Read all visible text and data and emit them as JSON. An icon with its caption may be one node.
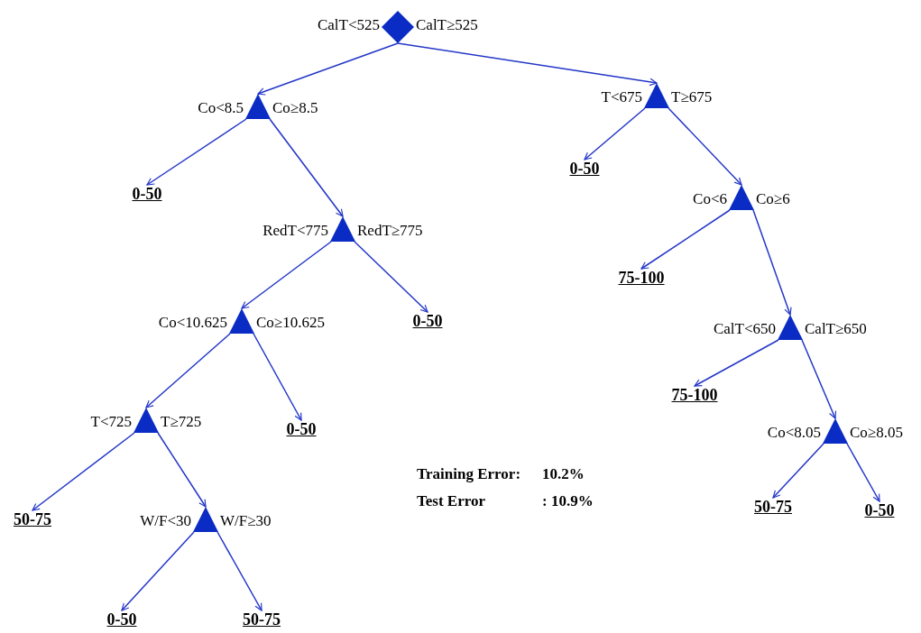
{
  "diagram": {
    "nodes": [
      {
        "text": [],
        "shape": "diamond",
        "beside": [
          "CalT<525",
          "CalT≥525"
        ]
      },
      {
        "text": [],
        "shape": "triangle",
        "beside": [
          "Co<8.5",
          "Co≥8.5"
        ]
      },
      {
        "text": [],
        "shape": "triangle",
        "beside": [
          "T<675",
          "T≥675"
        ]
      },
      {
        "text": [
          "0-50"
        ]
      },
      {
        "text": [
          "0-50"
        ]
      },
      {
        "text": [],
        "shape": "triangle",
        "beside": [
          "RedT<775",
          "RedT≥775"
        ]
      },
      {
        "text": [],
        "shape": "triangle",
        "beside": [
          "Co<6",
          "Co≥6"
        ]
      },
      {
        "text": [
          "75-100"
        ]
      },
      {
        "text": [],
        "shape": "triangle",
        "beside": [
          "Co<10.625",
          "Co≥10.625"
        ]
      },
      {
        "text": [
          "0-50"
        ]
      },
      {
        "text": [],
        "shape": "triangle",
        "beside": [
          "CalT<650",
          "CalT≥650"
        ]
      },
      {
        "text": [
          "75-100"
        ]
      },
      {
        "text": [],
        "shape": "triangle",
        "beside": [
          "T<725",
          "T≥725"
        ]
      },
      {
        "text": [
          "0-50"
        ]
      },
      {
        "text": [],
        "shape": "triangle",
        "beside": [
          "Co<8.05",
          "Co≥8.05"
        ]
      },
      {
        "text": [
          "50-75"
        ]
      },
      {
        "text": [],
        "shape": "triangle",
        "beside": [
          "W/F<30",
          "W/F≥30"
        ]
      },
      {
        "text": [
          "50-75"
        ]
      },
      {
        "text": [
          "0-50"
        ]
      },
      {
        "text": [
          "0-50"
        ]
      },
      {
        "text": [
          "50-75"
        ]
      }
    ],
    "edges": [
      {
        "from": 0,
        "to": 1,
        "arrow": "to"
      },
      {
        "from": 0,
        "to": 2,
        "arrow": "to"
      },
      {
        "from": 1,
        "to": 3,
        "arrow": "to"
      },
      {
        "from": 1,
        "to": 5,
        "arrow": "to"
      },
      {
        "from": 2,
        "to": 4,
        "arrow": "to"
      },
      {
        "from": 2,
        "to": 6,
        "arrow": "to"
      },
      {
        "from": 5,
        "to": 8,
        "arrow": "to"
      },
      {
        "from": 5,
        "to": 9,
        "arrow": "to"
      },
      {
        "from": 6,
        "to": 7,
        "arrow": "to"
      },
      {
        "from": 6,
        "to": 10,
        "arrow": "to"
      },
      {
        "from": 8,
        "to": 12,
        "arrow": "to"
      },
      {
        "from": 8,
        "to": 13,
        "arrow": "to"
      },
      {
        "from": 10,
        "to": 11,
        "arrow": "to"
      },
      {
        "from": 10,
        "to": 14,
        "arrow": "to"
      },
      {
        "from": 12,
        "to": 15,
        "arrow": "to"
      },
      {
        "from": 12,
        "to": 16,
        "arrow": "to"
      },
      {
        "from": 14,
        "to": 17,
        "arrow": "to"
      },
      {
        "from": 14,
        "to": 18,
        "arrow": "to"
      },
      {
        "from": 16,
        "to": 19,
        "arrow": "to"
      },
      {
        "from": 16,
        "to": 20,
        "arrow": "to"
      }
    ],
    "labels": [
      "Training Error:",
      "10.2%",
      "Test Error",
      ": 10.9%"
    ]
  }
}
